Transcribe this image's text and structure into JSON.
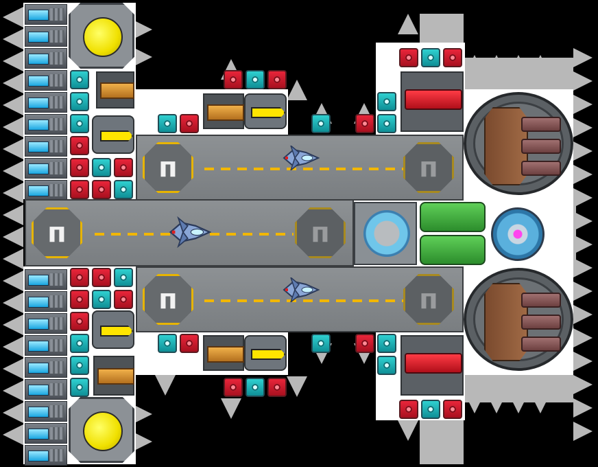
{
  "game": {
    "view": "ship-editor-topdown",
    "pad_marking": "ᴨ",
    "colors": {
      "hull": "#ffffff",
      "spike": "#b8b8b8",
      "runway": "#838789",
      "runway_line": "#f2b700",
      "pad_border": "#e7b400",
      "module_cyan": "#1fb8be",
      "module_red": "#d0182b",
      "reactor_core": "#f5e800",
      "shield_core": "#ff44ee",
      "tanks_green": "#3faa3a",
      "turret_hull": "#8c5a3a"
    },
    "runways": [
      {
        "name": "upper-runway"
      },
      {
        "name": "center-runway"
      },
      {
        "name": "lower-runway"
      }
    ],
    "icons": {
      "thruster": "thruster-icon",
      "reactor": "reactor-icon",
      "launch_pad": "launch-pad-icon",
      "fighter": "fighter-icon",
      "turret": "turret-icon",
      "shield": "shield-generator-icon",
      "fuel_tank": "fuel-tank-icon",
      "module_cyan": "cyan-module-icon",
      "module_red": "red-module-icon",
      "cannon": "cannon-icon",
      "missile": "missile-launcher-icon"
    }
  }
}
